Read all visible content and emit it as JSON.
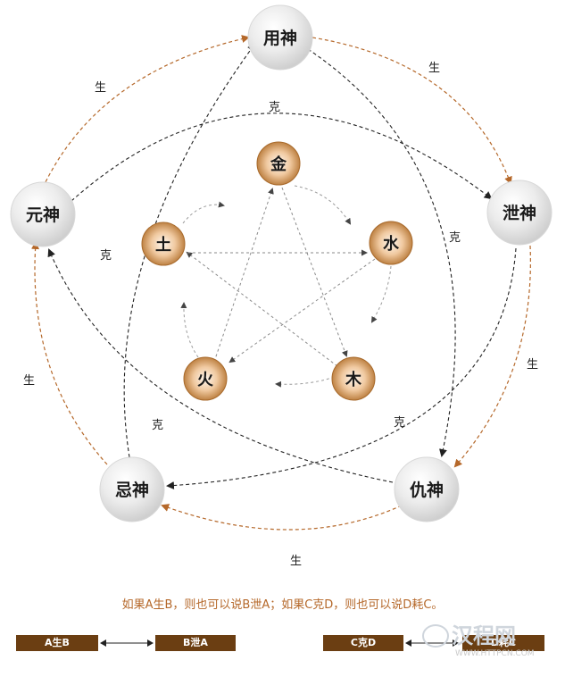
{
  "colors": {
    "brown": "#b5682a",
    "dark": "#222222",
    "tag_bg": "#6b3e12",
    "sphere": "#e6e6e6",
    "element_orb": "#c98a4b"
  },
  "gods": {
    "yong": "用神",
    "xie": "泄神",
    "chou": "仇神",
    "ji": "忌神",
    "yuan": "元神"
  },
  "elements": {
    "jin": "金",
    "shui": "水",
    "mu": "木",
    "huo": "火",
    "tu": "土"
  },
  "relations": {
    "sheng": "生",
    "ke": "克"
  },
  "note": "如果A生B，则也可以说B泄A；如果C克D，则也可以说D耗C。",
  "legend": {
    "a_sheng_b": "A生B",
    "b_xie_a": "B泄A",
    "c_ke_d": "C克D",
    "d_hao_c": "D耗C"
  },
  "watermark": {
    "text": "汉程网",
    "url": "WWW.HTTPCN.COM"
  }
}
